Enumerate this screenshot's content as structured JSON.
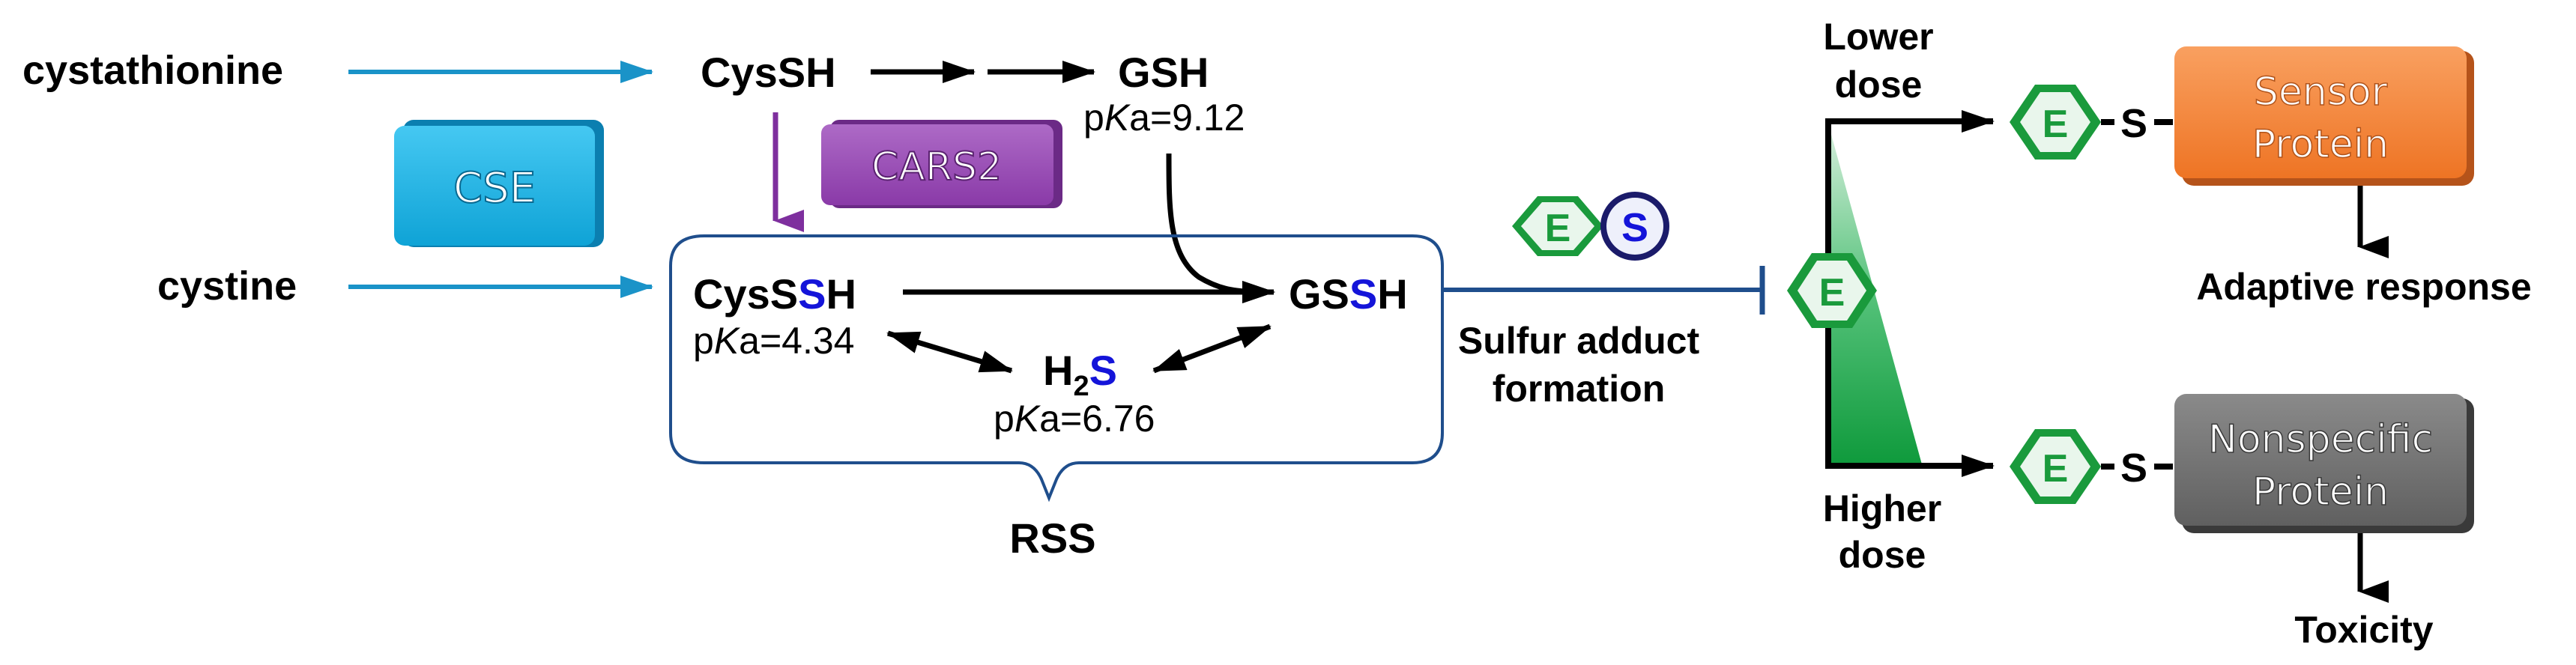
{
  "colors": {
    "blue_arrow": "#1a93c8",
    "purple_arrow": "#7e2f9e",
    "rss_box_stroke": "#1f4e8c",
    "inhibit_line": "#1f4e8c",
    "sulfur_blue": "#1414d9",
    "electrophile_green": "#1a9a3c",
    "cse_fill": "#1cb4e6",
    "cars2_fill": "#9b4fb7",
    "sensor_fill": "#f58232",
    "nonspecific_fill": "#6e6e6e",
    "black": "#000000"
  },
  "substrates": {
    "cystathionine": "cystathionine",
    "cystine": "cystine"
  },
  "enzymes": {
    "cse": "CSE",
    "cars2": "CARS2"
  },
  "molecules": {
    "cyssh": "CysSH",
    "gsh": "GSH",
    "gsh_pka_prefix": "p",
    "gsh_pka_k": "K",
    "gsh_pka_suffix": "a=9.12",
    "cysssh_pre": "CysS",
    "cysssh_s": "S",
    "cysssh_post": "H",
    "cysssh_pka_prefix": "p",
    "cysssh_pka_k": "K",
    "cysssh_pka_suffix": "a=4.34",
    "gsssh_pre": "GS",
    "gsssh_s": "S",
    "gsssh_post": "H",
    "h2s_h": "H",
    "h2s_sub": "2",
    "h2s_s": "S",
    "h2s_pka_prefix": "p",
    "h2s_pka_k": "K",
    "h2s_pka_suffix": "a=6.76"
  },
  "rss_label": "RSS",
  "adduct": {
    "e_label": "E",
    "s_label": "S",
    "text_line1": "Sulfur adduct",
    "text_line2": "formation"
  },
  "dose": {
    "lower_line1": "Lower",
    "lower_line2": "dose",
    "higher_line1": "Higher",
    "higher_line2": "dose",
    "e_label": "E"
  },
  "targets": {
    "e_label": "E",
    "s_link": "S",
    "sensor_line1": "Sensor",
    "sensor_line2": "Protein",
    "nonspecific_line1": "Nonspecific",
    "nonspecific_line2": "Protein",
    "adaptive": "Adaptive response",
    "toxicity": "Toxicity"
  }
}
